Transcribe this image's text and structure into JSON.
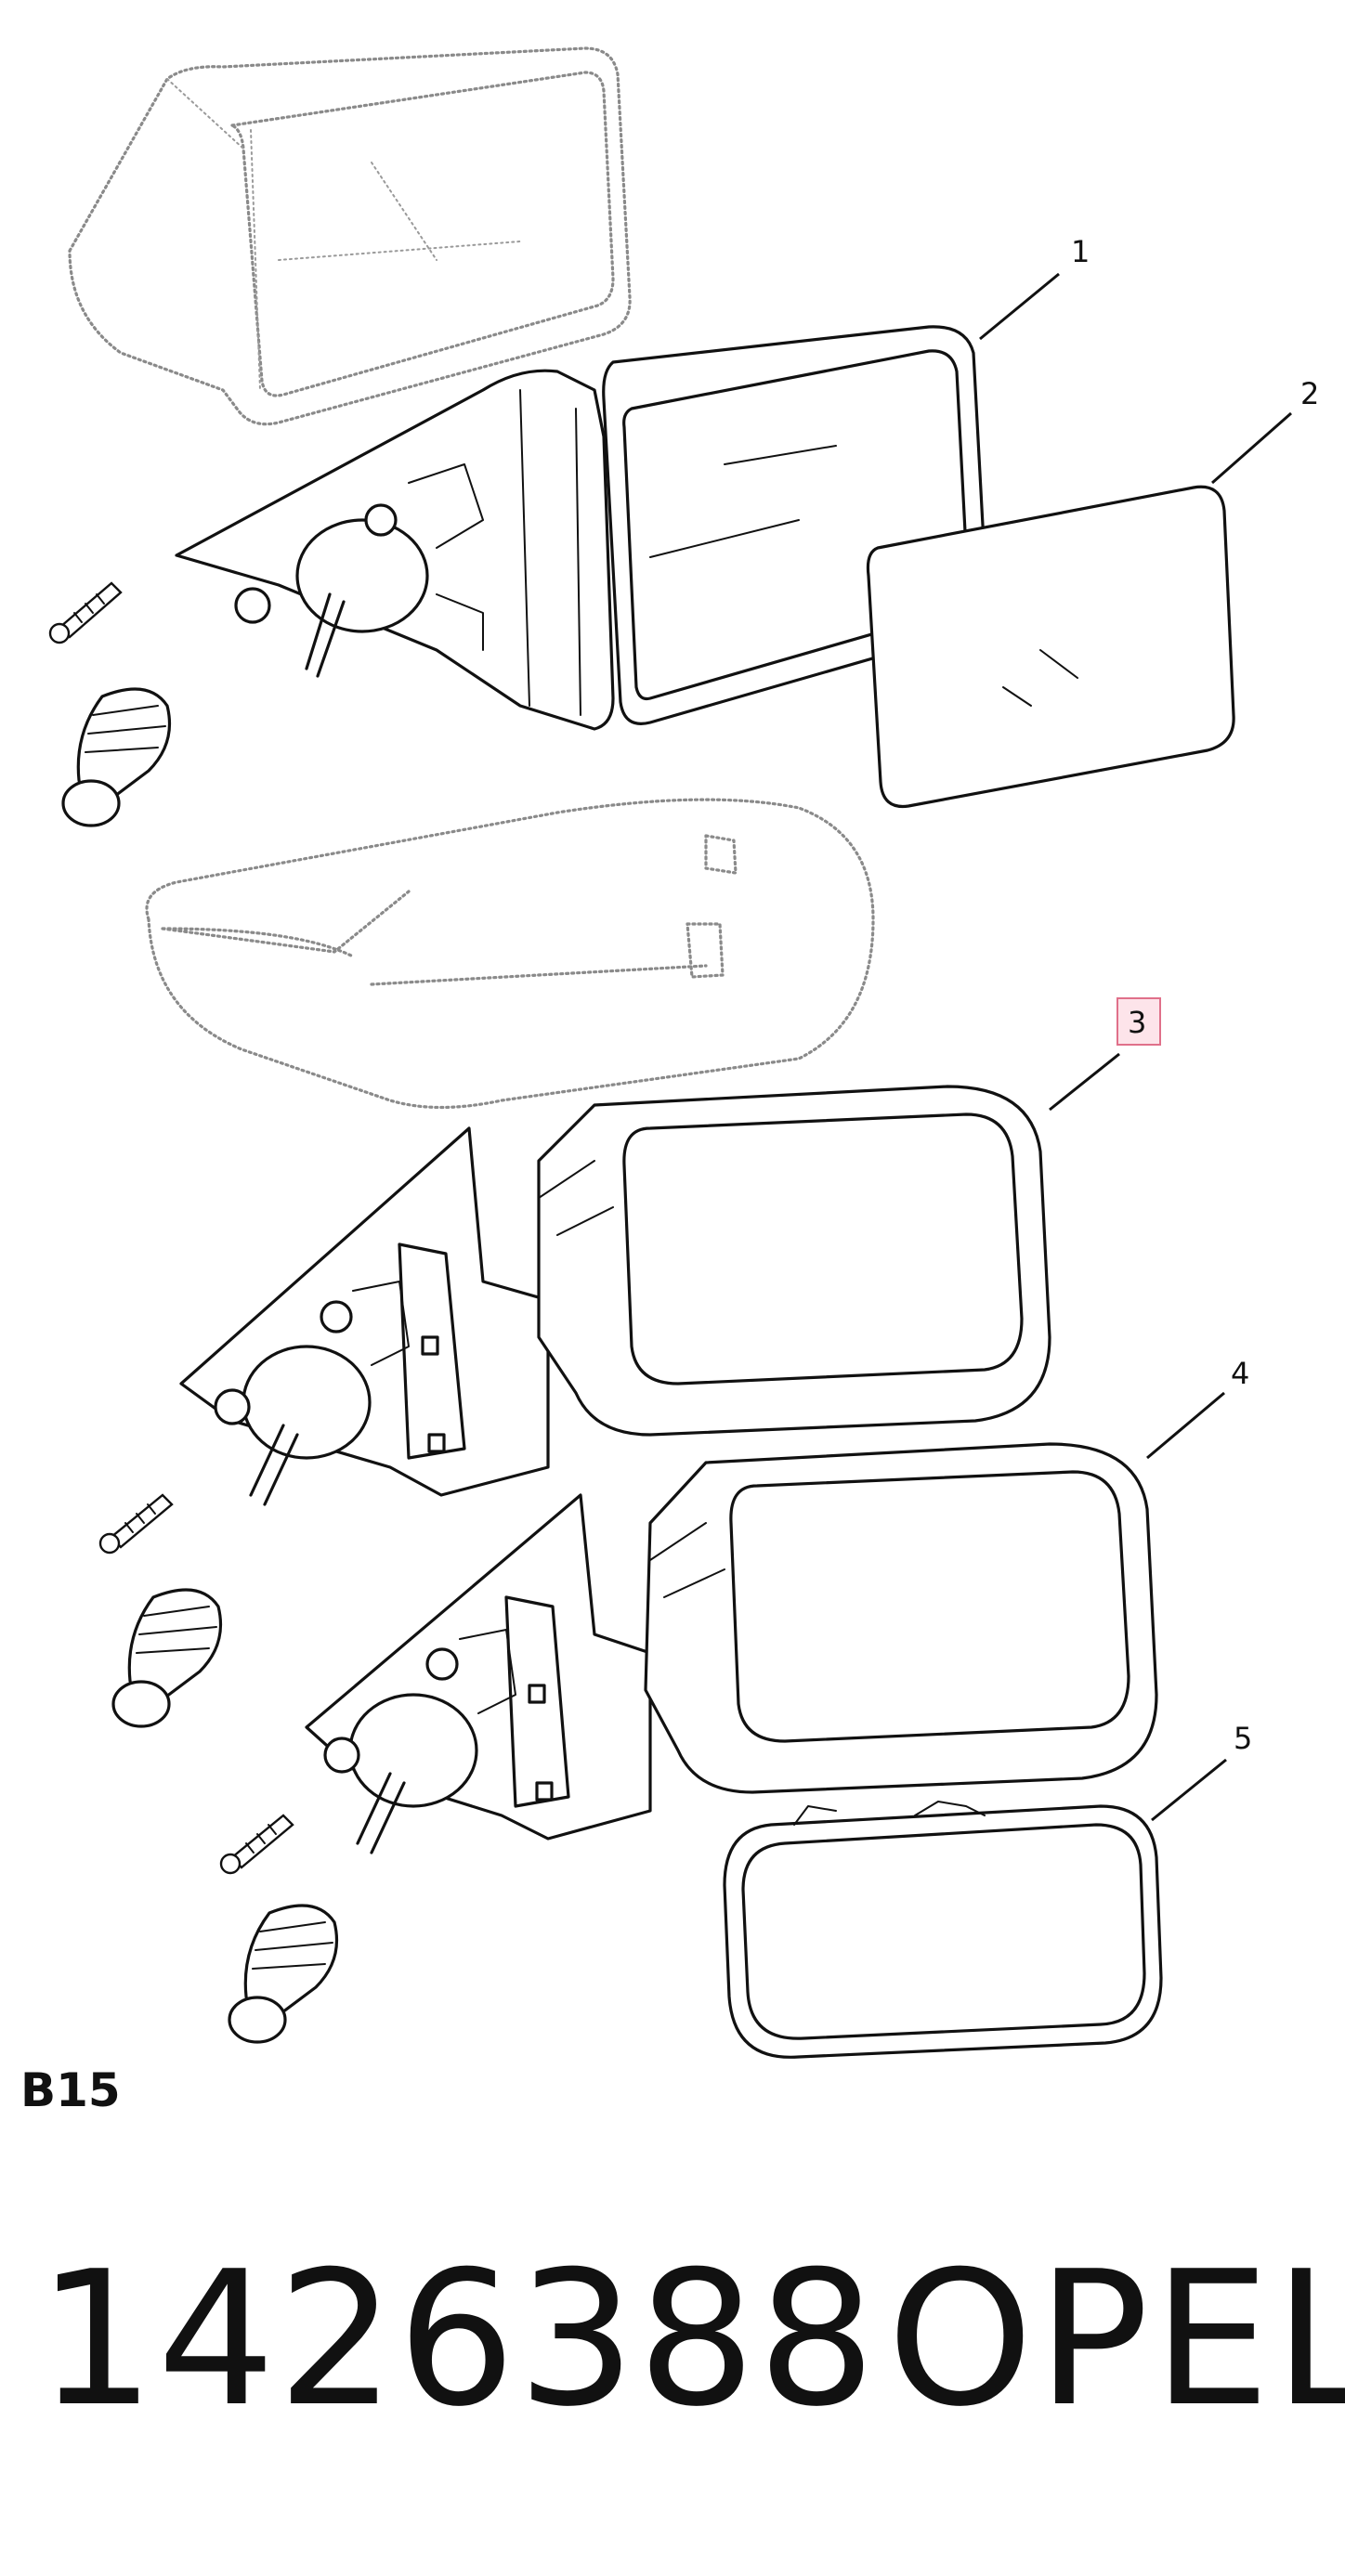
{
  "diagram": {
    "callouts": [
      {
        "id": "callout-1",
        "label": "1",
        "highlighted": false
      },
      {
        "id": "callout-2",
        "label": "2",
        "highlighted": false
      },
      {
        "id": "callout-3",
        "label": "3",
        "highlighted": true
      },
      {
        "id": "callout-4",
        "label": "4",
        "highlighted": false
      },
      {
        "id": "callout-5",
        "label": "5",
        "highlighted": false
      }
    ],
    "highlight_color": "#fde4ea",
    "highlight_border": "#e0708a"
  },
  "section_code": "B15",
  "part_number": "1426388",
  "brand": "OPEL"
}
